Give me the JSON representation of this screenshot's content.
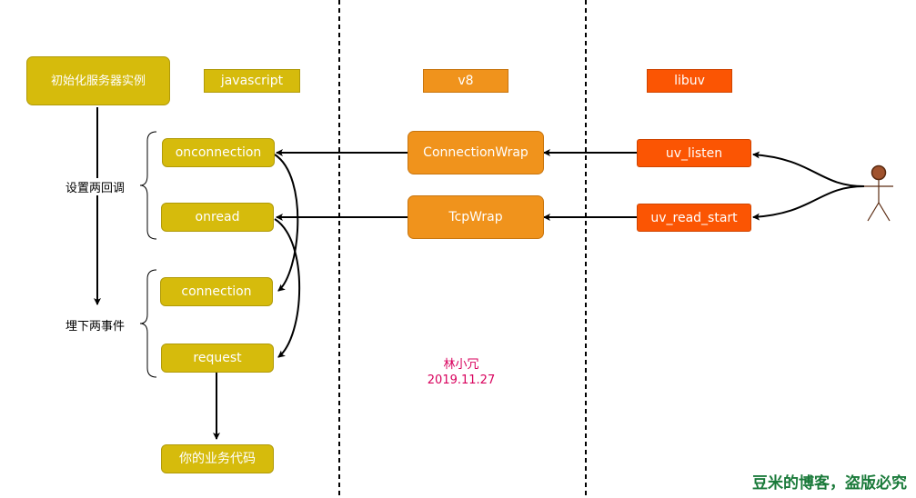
{
  "headers": {
    "javascript": "javascript",
    "v8": "v8",
    "libuv": "libuv"
  },
  "nodes": {
    "init": "初始化服务器实例",
    "onconnection": "onconnection",
    "onread": "onread",
    "connection": "connection",
    "request": "request",
    "business": "你的业务代码",
    "connection_wrap": "ConnectionWrap",
    "tcp_wrap": "TcpWrap",
    "uv_listen": "uv_listen",
    "uv_read_start": "uv_read_start"
  },
  "notes": {
    "set_callbacks": "设置两回调",
    "bury_events": "埋下两事件"
  },
  "signature": {
    "author": "林小冗",
    "date": "2019.11.27"
  },
  "watermark": "豆米的博客，盗版必究",
  "colors": {
    "javascript": "#d6bb0c",
    "v8": "#f0931c",
    "libuv": "#fb5503",
    "signature": "#d8005c",
    "watermark": "#1a7a3a",
    "actor": "#a0522d"
  },
  "icons": {
    "actor": "stick-figure-icon"
  }
}
